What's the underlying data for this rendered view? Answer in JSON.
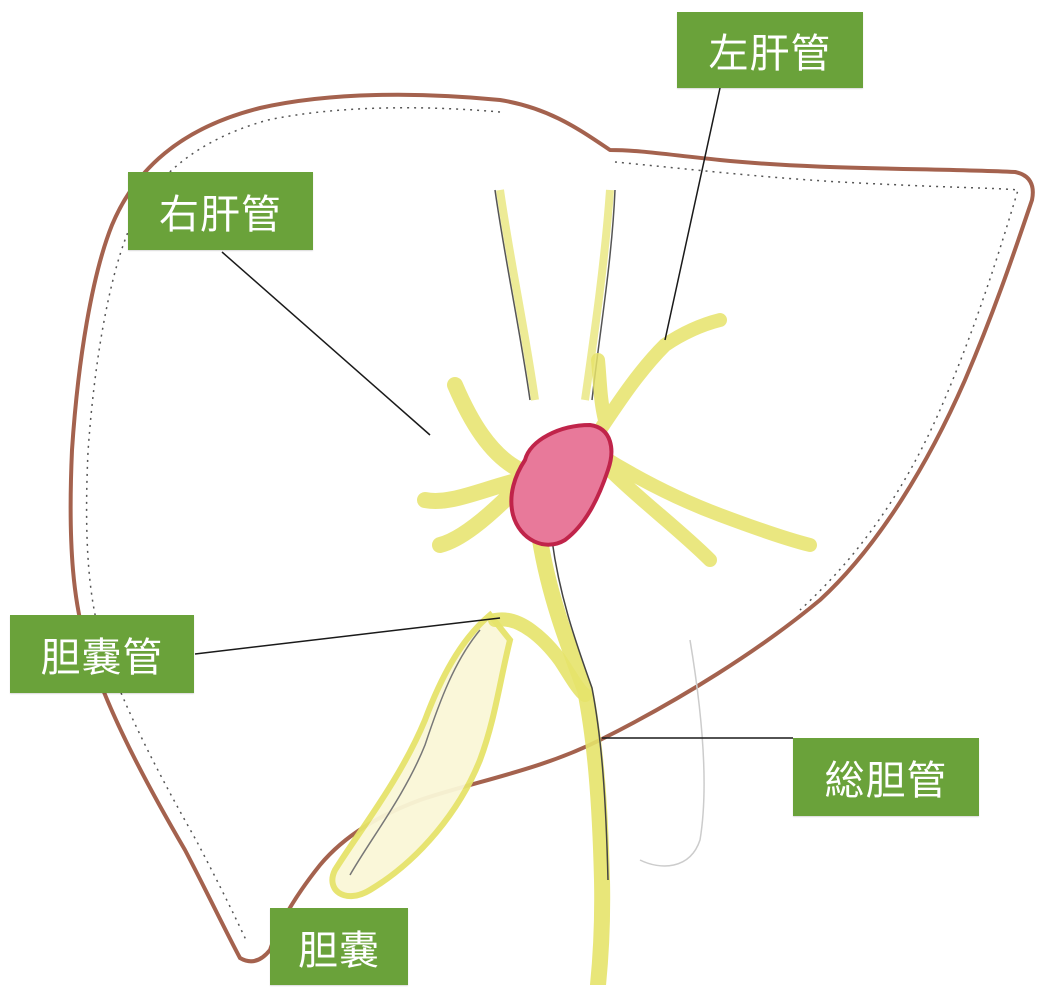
{
  "labels": {
    "left_hepatic_duct": "左肝管",
    "right_hepatic_duct": "右肝管",
    "cystic_duct": "胆嚢管",
    "common_bile_duct": "総胆管",
    "gallbladder": "胆嚢"
  },
  "colors": {
    "label_bg": "#6aa23a",
    "label_text": "#ffffff",
    "liver_outline": "#a4624e",
    "duct_yellow": "#e6e36a",
    "tumor_red": "#d8466a",
    "leader_line": "#1a1a1a"
  }
}
